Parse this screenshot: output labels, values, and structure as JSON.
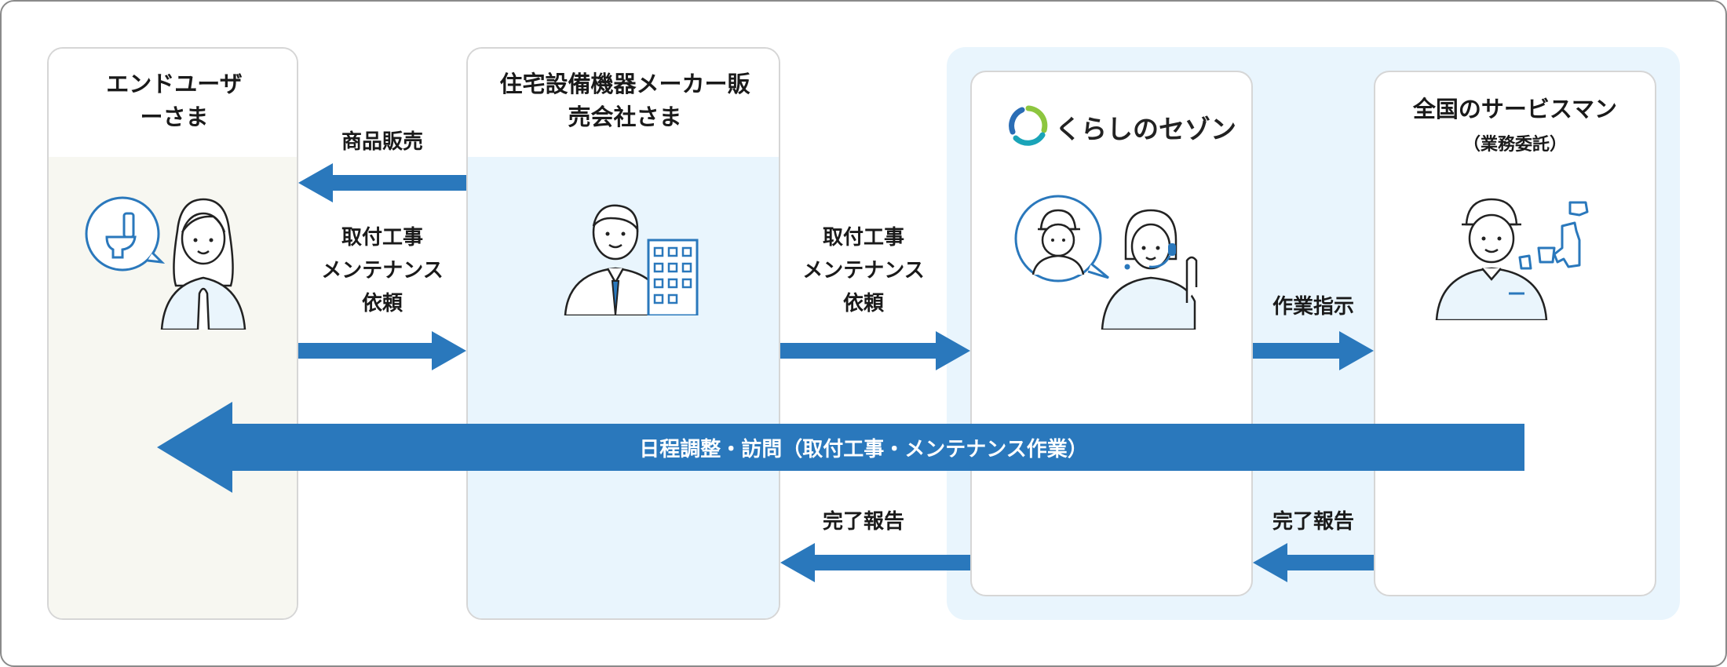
{
  "actors": {
    "end_user": {
      "title": "エンドユーザーさま"
    },
    "maker": {
      "title": "住宅設備機器メーカー販売会社さま"
    },
    "saison": {
      "logo_text": "くらしのセゾン"
    },
    "serviceman": {
      "title": "全国のサービスマン",
      "subtitle": "（業務委託）"
    }
  },
  "flows": {
    "product_sale": "商品販売",
    "request_left": "取付工事\nメンテナンス\n依頼",
    "request_mid": "取付工事\nメンテナンス\n依頼",
    "work_instruction": "作業指示",
    "schedule_visit": "日程調整・訪問（取付工事・メンテナンス作業）",
    "report_mid": "完了報告",
    "report_right": "完了報告"
  },
  "colors": {
    "arrow": "#2a78bc",
    "highlight_bg": "#e9f5fd",
    "end_user_bg": "#f7f7f1",
    "logo_green": "#8dc63f",
    "logo_teal": "#1aa4b8",
    "logo_blue": "#2a6db5"
  },
  "icons": [
    "toilet-bubble-icon",
    "woman-praying-icon",
    "businessman-icon",
    "office-building-icon",
    "technician-bubble-icon",
    "operator-headset-icon",
    "serviceman-icon",
    "japan-map-icon"
  ]
}
